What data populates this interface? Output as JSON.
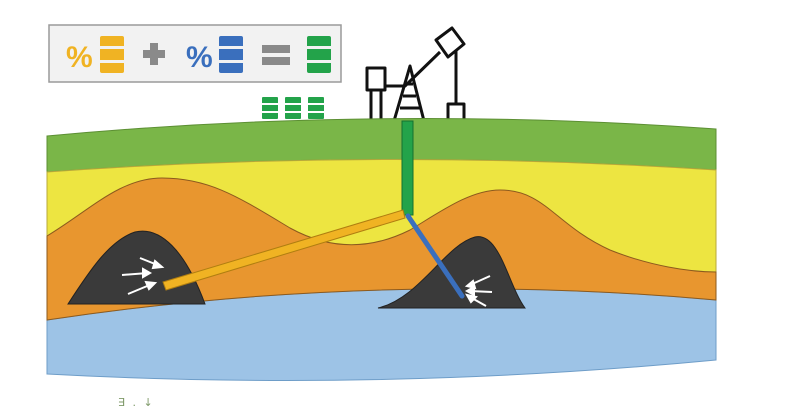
{
  "legend": {
    "percent_symbol": "%",
    "plus_symbol": "+",
    "equals_symbol": "=",
    "items": [
      {
        "name": "percent-yellow-barrel",
        "color": "#f0b323"
      },
      {
        "name": "percent-blue-barrel",
        "color": "#3a6fbd"
      },
      {
        "name": "green-barrel",
        "color": "#23a34a"
      }
    ]
  },
  "colors": {
    "topsoil": "#7ab648",
    "sand_layer": "#ede541",
    "rock_layer": "#e8962f",
    "reservoir": "#3a3a3a",
    "water_layer": "#9dc3e6",
    "vertical_well": "#23a34a",
    "yellow_lateral": "#f0b323",
    "blue_lateral": "#3a6fbd",
    "pump": "#111111"
  },
  "icons": [
    "oil-pump-jack-icon",
    "barrel-stack-icon",
    "flow-arrow-icon"
  ],
  "caption": {
    "text": "∃ . ↓"
  }
}
